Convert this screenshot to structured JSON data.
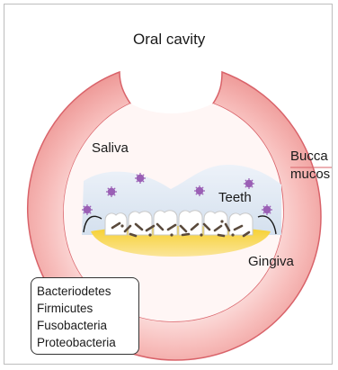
{
  "diagram": {
    "title": "Oral cavity",
    "labels": {
      "saliva": "Saliva",
      "teeth": "Teeth",
      "gingiva": "Gingiva",
      "buccal_line1": "Bucca",
      "buccal_line2": "mucos"
    },
    "legend": [
      "Bacteriodetes",
      "Firmicutes",
      "Fusobacteria",
      "Proteobacteria"
    ],
    "colors": {
      "mucosa_ring": "#f4a7a4",
      "ring_outline": "#d9636a",
      "saliva": "#dde7f3",
      "gingiva": "#f2c418",
      "teeth": "#ffffff",
      "bacteria": "#5a4a3c",
      "saliva_bacteria": "#9a5fb5"
    }
  }
}
